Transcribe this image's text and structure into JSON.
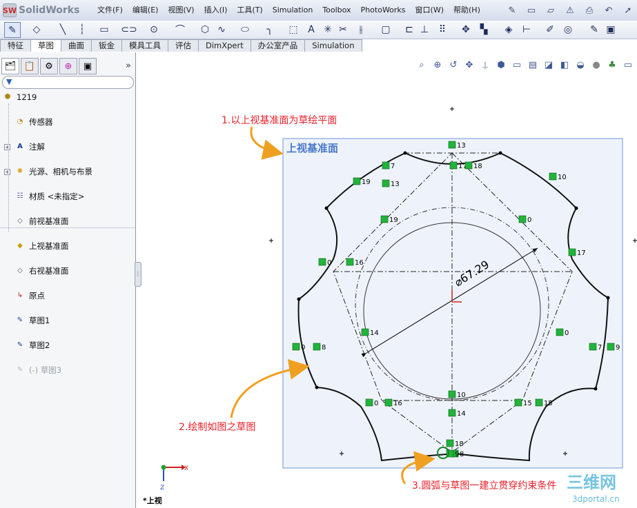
{
  "app": {
    "name": "SolidWorks",
    "logo_mark": "SW"
  },
  "menu": [
    "文件(F)",
    "编辑(E)",
    "视图(V)",
    "插入(I)",
    "工具(T)",
    "Simulation",
    "Toolbox",
    "PhotoWorks",
    "窗口(W)",
    "帮助(H)"
  ],
  "commandmanager_tabs": [
    "特征",
    "草图",
    "曲面",
    "钣金",
    "模具工具",
    "评估",
    "DimXpert",
    "办公室产品",
    "Simulation"
  ],
  "active_tab": "草图",
  "panel_more": "»",
  "tree": {
    "root": "1219",
    "items": [
      {
        "label": "传感器",
        "icon": "sensor-icon"
      },
      {
        "label": "注解",
        "icon": "annotation-icon"
      },
      {
        "label": "光源、相机与布景",
        "icon": "lights-icon"
      },
      {
        "label": "材质 <未指定>",
        "icon": "material-icon"
      },
      {
        "label": "前视基准面",
        "icon": "plane-icon"
      },
      {
        "label": "上视基准面",
        "icon": "plane-icon"
      },
      {
        "label": "右视基准面",
        "icon": "plane-icon"
      },
      {
        "label": "原点",
        "icon": "origin-icon"
      },
      {
        "label": "草图1",
        "icon": "sketch-icon"
      },
      {
        "label": "草图2",
        "icon": "sketch-icon"
      },
      {
        "label": "(-) 草图3",
        "icon": "sketch-icon"
      }
    ]
  },
  "viewport": {
    "plane_label": "上视基准面",
    "dimension": "67.29",
    "view_name": "*上视",
    "triad_x": "X",
    "triad_z": "Z",
    "annotations": [
      "1.以上视基准面为草绘平面",
      "2.绘制如图之草图",
      "3.圆弧与草图一建立贯穿约束条件"
    ],
    "watermark": {
      "big": "三维网",
      "small": "3dportal.cn"
    },
    "relation_labels": [
      "13",
      "17",
      "18",
      "19",
      "13",
      "10",
      "19",
      "0",
      "0",
      "16",
      "17",
      "14",
      "0",
      "0",
      "8",
      "7",
      "9",
      "10",
      "0",
      "16",
      "15",
      "15",
      "14",
      "18",
      "8",
      "9",
      "7"
    ]
  },
  "colors": {
    "annotation_red": "#e8202a",
    "arrow_orange": "#f0a020",
    "plane_blue": "#4a78c8",
    "relation_green": "#22b43a"
  }
}
